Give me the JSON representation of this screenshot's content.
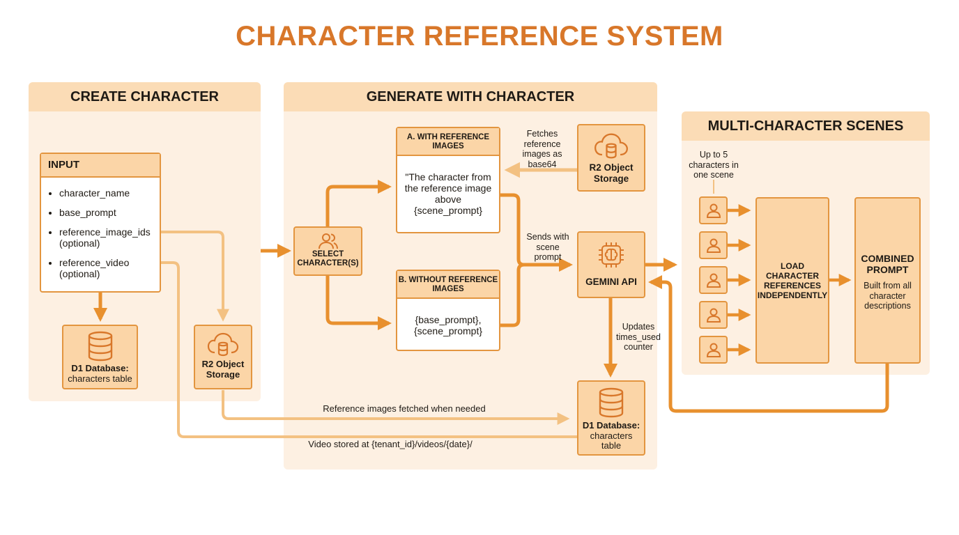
{
  "title": "CHARACTER REFERENCE SYSTEM",
  "colors": {
    "accent": "#d8772a",
    "panel": "#fdf0e2",
    "panel_header": "#fbdcb6",
    "node_fill": "#fbd5a7",
    "connector_dark": "#e8902e",
    "connector_light": "#f3c182"
  },
  "create": {
    "header": "CREATE CHARACTER",
    "input_title": "INPUT",
    "inputs": [
      "character_name",
      "base_prompt",
      "reference_image_ids\n(optional)",
      "reference_video\n(optional)"
    ],
    "d1_title": "D1 Database:",
    "d1_sub": "characters table",
    "r2_label": "R2 Object\nStorage"
  },
  "generate": {
    "header": "GENERATE WITH CHARACTER",
    "select_label": "SELECT\nCHARACTER(S)",
    "with_ref_title": "A. WITH REFERENCE\nIMAGES",
    "with_ref_body": "\"The character from\nthe reference image\nabove\n{scene_prompt}",
    "without_ref_title": "B. WITHOUT REFERENCE\nIMAGES",
    "without_ref_body": "{base_prompt},\n{scene_prompt}",
    "fetches_note": "Fetches\nreference\nimages as\nbase64",
    "r2_label": "R2 Object\nStorage",
    "sends_note": "Sends with\nscene\nprompt",
    "gemini_label": "GEMINI API",
    "updates_note": "Updates\ntimes_used\ncounter",
    "d1_title": "D1 Database:",
    "d1_sub": "characters\ntable",
    "ref_fetched_note": "Reference images fetched when needed",
    "video_note": "Video stored at {tenant_id}/videos/{date}/"
  },
  "multi": {
    "header": "MULTI-CHARACTER SCENES",
    "up_to_note": "Up to 5\ncharacters in\none scene",
    "character_count": 5,
    "load_label": "LOAD\nCHARACTER\nREFERENCES\nINDEPENDENTLY",
    "combined_title": "COMBINED\nPROMPT",
    "combined_sub": "Built from all\ncharacter\ndescriptions"
  },
  "icons": {
    "database": "database-icon",
    "cloud_storage": "cloud-database-icon",
    "users": "users-icon",
    "chip": "brain-chip-icon",
    "person": "person-icon"
  }
}
